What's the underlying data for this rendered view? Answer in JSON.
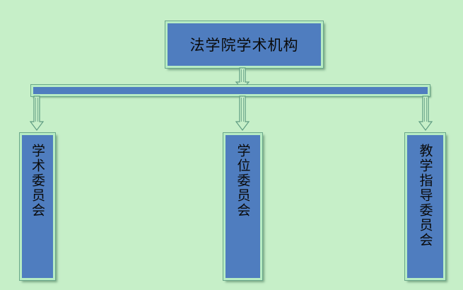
{
  "diagram": {
    "root": {
      "label": "法学院学术机构"
    },
    "children": [
      {
        "label": "学术委员会"
      },
      {
        "label": "学位委员会"
      },
      {
        "label": "教学指导委员会"
      }
    ]
  },
  "colors": {
    "background": "#c6efc8",
    "box_fill": "#4f7dbf",
    "box_border": "#b7ecc3",
    "arrow_fill": "#c6efc8",
    "arrow_stroke": "#5f9c82"
  }
}
